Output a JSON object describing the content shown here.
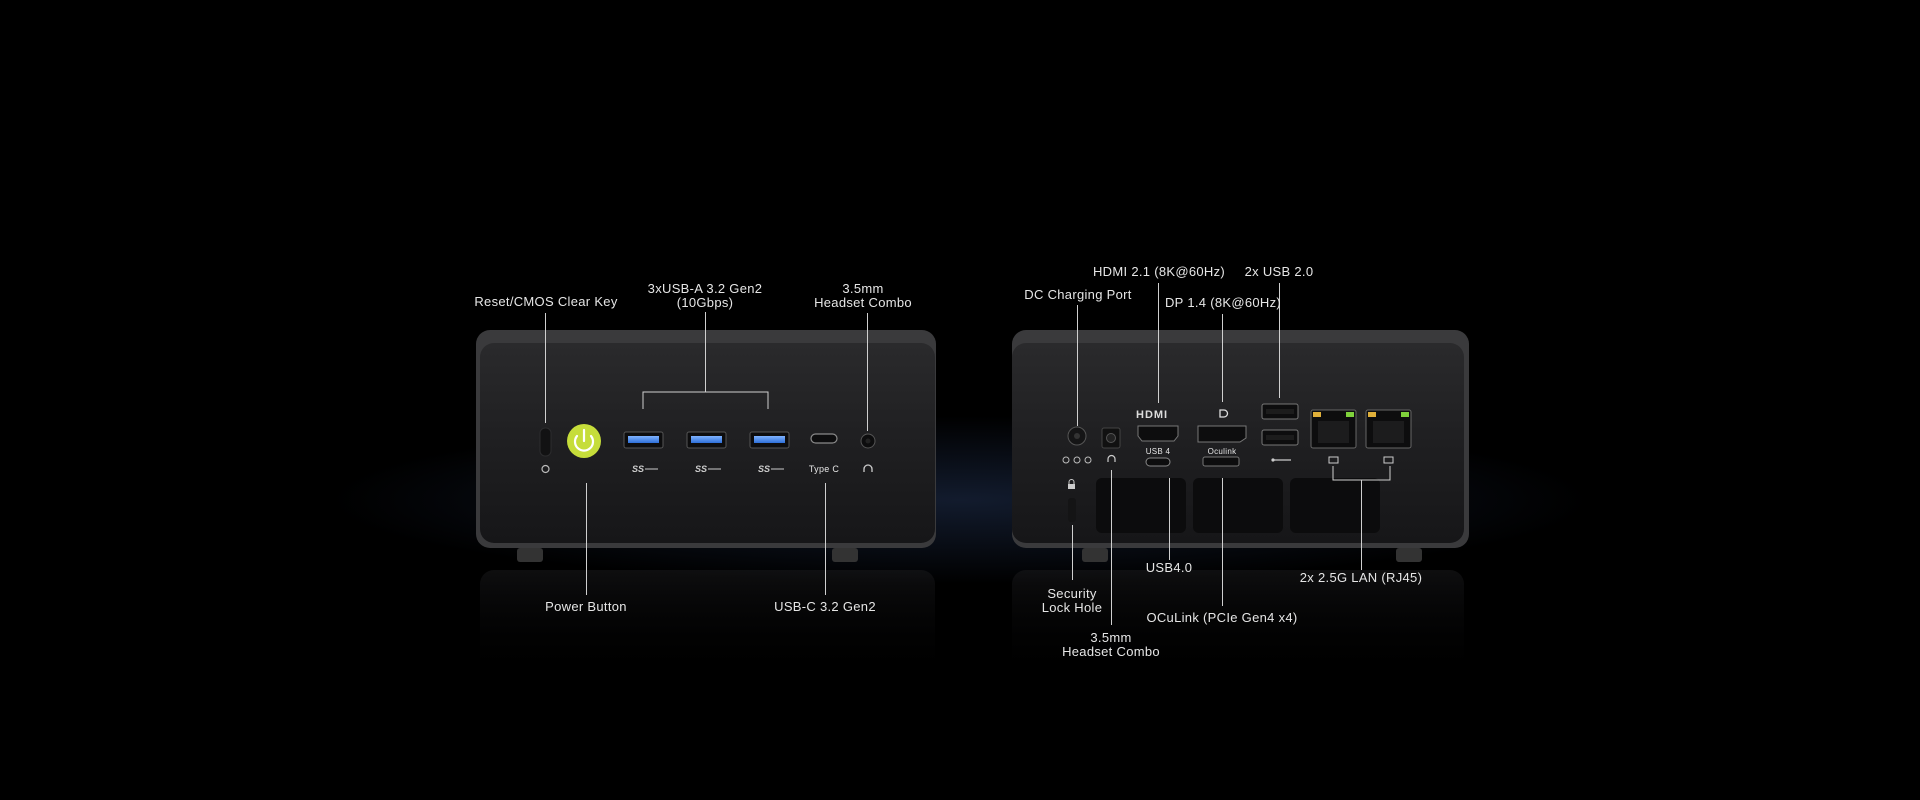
{
  "front_panel": {
    "labels": {
      "reset": "Reset/CMOS Clear Key",
      "usb_a": "3xUSB-A 3.2 Gen2\n(10Gbps)",
      "headset": "3.5mm\nHeadset Combo",
      "power": "Power Button",
      "usb_c": "USB-C 3.2 Gen2"
    },
    "port_marks": {
      "type_c": "Type C"
    },
    "icons": [
      "reset-icon",
      "power-button-icon",
      "usb-3-icon",
      "usb-c-port-icon",
      "headphone-icon"
    ],
    "accent_color": "#c6dd3a"
  },
  "rear_panel": {
    "labels": {
      "dc": "DC Charging Port",
      "hdmi": "HDMI 2.1 (8K@60Hz)",
      "usb2": "2x USB 2.0",
      "dp": "DP 1.4 (8K@60Hz)",
      "security": "Security\nLock Hole",
      "usb4": "USB4.0",
      "lan": "2x 2.5G LAN (RJ45)",
      "headset": "3.5mm\nHeadset Combo",
      "oculink": "OCuLink (PCIe Gen4 x4)"
    },
    "port_marks": {
      "hdmi": "HDMI",
      "usb4": "USB 4",
      "oculink": "Oculink"
    },
    "icons": [
      "dc-polarity-icon",
      "headphone-icon",
      "hdmi-logo-icon",
      "displayport-icon",
      "usb-icon",
      "lan-icon",
      "lock-icon"
    ]
  }
}
